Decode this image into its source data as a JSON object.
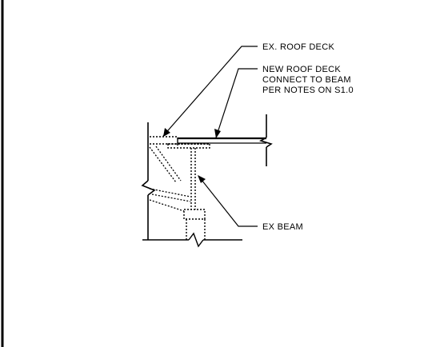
{
  "labels": {
    "ex_roof_deck": "EX. ROOF DECK",
    "new_roof_deck_line1": "NEW ROOF DECK",
    "new_roof_deck_line2": "CONNECT TO BEAM",
    "new_roof_deck_line3": "PER NOTES ON S1.0",
    "ex_beam": "EX BEAM"
  },
  "colors": {
    "line": "#000000",
    "background": "#ffffff"
  }
}
